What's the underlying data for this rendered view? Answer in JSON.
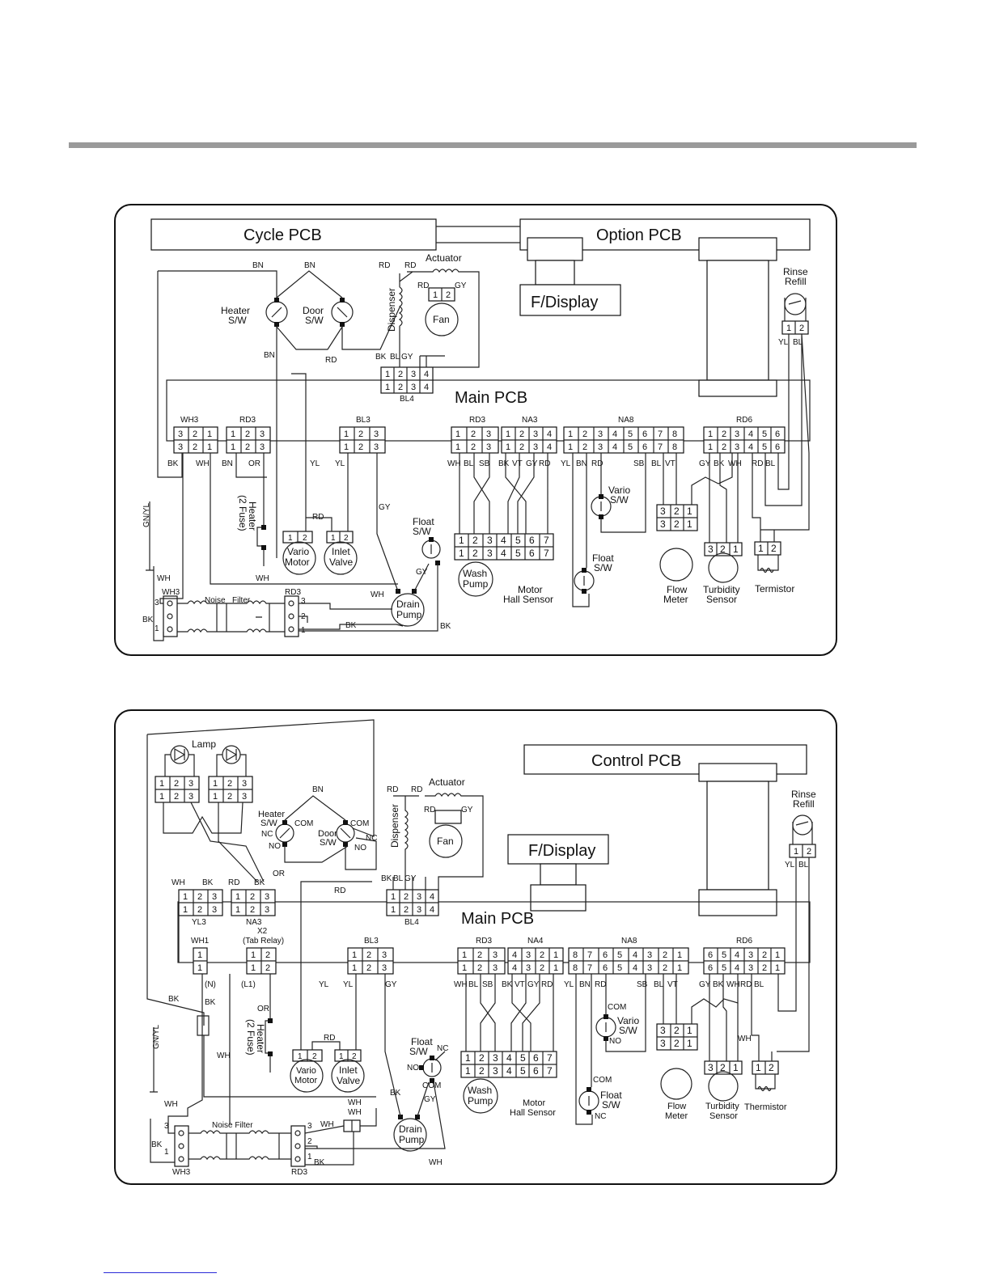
{
  "diagram1": {
    "cycle_pcb": "Cycle PCB",
    "option_pcb": "Option PCB",
    "display": "F/Display",
    "main_pcb": "Main PCB",
    "actuator": "Actuator",
    "fan": "Fan",
    "dispenser": "Dispenser",
    "heater_sw": "Heater\nS/W",
    "door_sw": "Door\nS/W",
    "rinse_refill": "Rinse\nRefill",
    "vario_motor": "Vario\nMotor",
    "inlet_valve": "Inlet\nValve",
    "heater_fuse": "(2 Fuse)\nHeater",
    "float_sw": "Float\nS/W",
    "drain_pump": "Drain\nPump",
    "wash_pump": "Wash\nPump",
    "motor_hall": "Motor\nHall Sensor",
    "vario_sw": "Vario\nS/W",
    "float_sw2": "Float\nS/W",
    "flow_meter": "Flow\nMeter",
    "turbidity": "Turbidity\nSensor",
    "thermistor": "Termistor",
    "noise": "Noise",
    "filter": "Filter",
    "gnyl": "GN/YL",
    "connectors": {
      "bl4": "BL4",
      "wh3": "WH3",
      "rd3a": "RD3",
      "bl3": "BL3",
      "rd3b": "RD3",
      "na3": "NA3",
      "na8": "NA8",
      "rd6": "RD6",
      "wh3b": "WH3",
      "rd3c": "RD3"
    }
  },
  "diagram2": {
    "control_pcb": "Control PCB",
    "display": "F/Display",
    "main_pcb": "Main PCB",
    "lamp": "Lamp",
    "actuator": "Actuator",
    "fan": "Fan",
    "dispenser": "Dispenser",
    "heater_sw": "Heater\nS/W",
    "door_sw": "Door\nS/W",
    "rinse_refill": "Rinse\nRefill",
    "vario_motor": "Vario\nMotor",
    "inlet_valve": "Inlet\nValve",
    "heater_fuse": "(2 Fuse)\nHeater",
    "float_sw": "Float\nS/W",
    "drain_pump": "Drain\nPump",
    "wash_pump": "Wash\nPump",
    "motor_hall": "Motor\nHall Sensor",
    "vario_sw": "Vario\nS/W",
    "float_sw2": "Float\nS/W",
    "flow_meter": "Flow\nMeter",
    "turbidity": "Turbidity\nSensor",
    "thermistor": "Thermistor",
    "noise_filter": "Noise Filter",
    "x2": "X2\n(Tab Relay)",
    "gnyl": "GN/YL",
    "connectors": {
      "yl3": "YL3",
      "na3": "NA3",
      "bl4": "BL4",
      "wh1": "WH1",
      "bl3": "BL3",
      "rd3": "RD3",
      "na4": "NA4",
      "na8": "NA8",
      "rd6": "RD6",
      "wh3": "WH3",
      "rd3b": "RD3"
    }
  }
}
